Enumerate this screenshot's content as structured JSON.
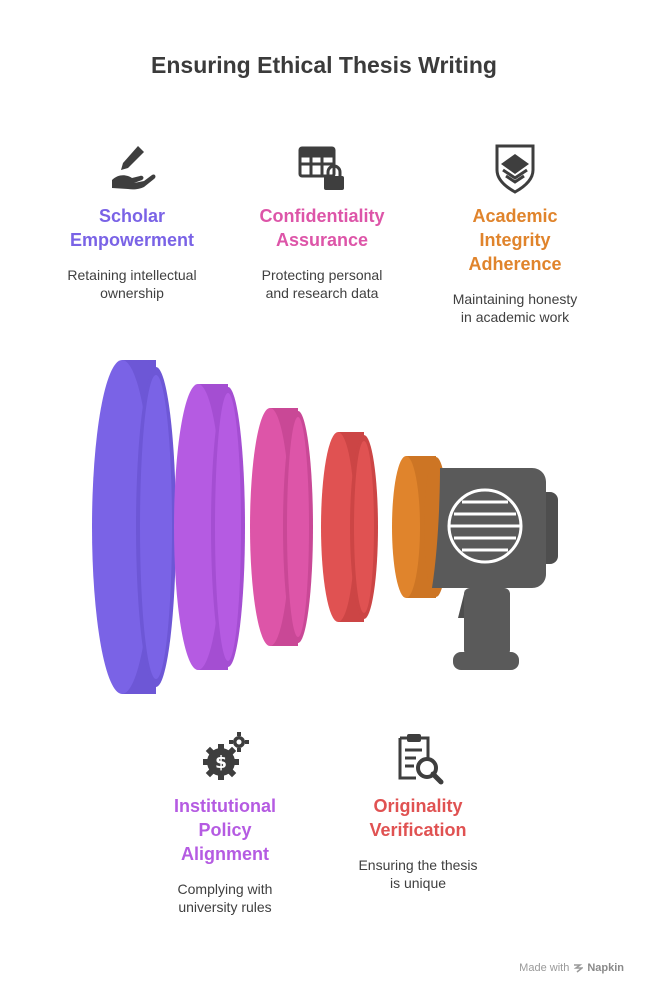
{
  "title": "Ensuring Ethical Thesis Writing",
  "colors": {
    "scholar": "#7a63e6",
    "confidentiality": "#dd55a8",
    "integrity": "#e0842c",
    "policy": "#b55be2",
    "originality": "#e05252",
    "dark": "#5a5a5a"
  },
  "items": {
    "scholar": {
      "icon": "hand-pen-icon",
      "heading_lines": [
        "Scholar",
        "Empowerment"
      ],
      "desc_lines": [
        "Retaining intellectual",
        "ownership"
      ]
    },
    "confidentiality": {
      "icon": "table-lock-icon",
      "heading_lines": [
        "Confidentiality",
        "Assurance"
      ],
      "desc_lines": [
        "Protecting personal",
        "and research data"
      ]
    },
    "integrity": {
      "icon": "shield-layers-icon",
      "heading_lines": [
        "Academic",
        "Integrity",
        "Adherence"
      ],
      "desc_lines": [
        "Maintaining honesty",
        "in academic work"
      ]
    },
    "policy": {
      "icon": "dollar-gears-icon",
      "heading_lines": [
        "Institutional",
        "Policy",
        "Alignment"
      ],
      "desc_lines": [
        "Complying with",
        "university rules"
      ]
    },
    "originality": {
      "icon": "clipboard-search-icon",
      "heading_lines": [
        "Originality",
        "Verification"
      ],
      "desc_lines": [
        "Ensuring the thesis",
        "is unique"
      ]
    }
  },
  "footer": {
    "prefix": "Made with",
    "brand": "Napkin"
  }
}
